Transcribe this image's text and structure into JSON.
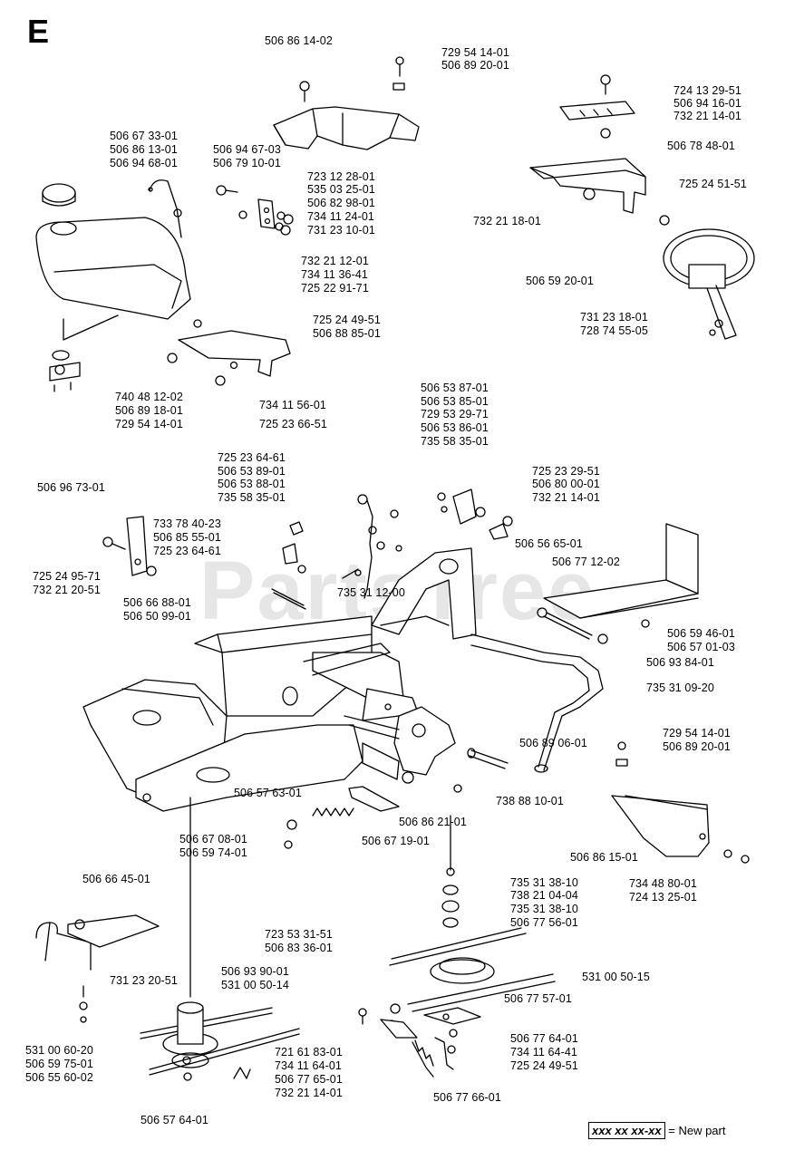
{
  "section": "E",
  "watermark": "PartsTree",
  "legend": {
    "code": "xxx xx xx-xx",
    "text": "= New part"
  },
  "part_labels": [
    "506 86 14-02",
    "729 54 14-01",
    "506 89 20-01",
    "724 13 29-51",
    "506 94 16-01",
    "732 21 14-01",
    "506 67 33-01",
    "506 86 13-01",
    "506 94 68-01",
    "506 94 67-03",
    "506 79 10-01",
    "723 12 28-01",
    "535 03 25-01",
    "506 82 98-01",
    "734 11 24-01",
    "731 23 10-01",
    "506 78 48-01",
    "732 21 18-01",
    "725 24 51-51",
    "732 21 12-01",
    "734 11 36-41",
    "725 22 91-71",
    "506 59 20-01",
    "725 24 49-51",
    "506 88 85-01",
    "731 23 18-01",
    "728 74 55-05",
    "740 48 12-02",
    "506 89 18-01",
    "729 54 14-01",
    "734 11 56-01",
    "725 23 66-51",
    "506 53 87-01",
    "506 53 85-01",
    "729 53 29-71",
    "506 53 86-01",
    "735 58 35-01",
    "725 23 64-61",
    "506 53 89-01",
    "506 53 88-01",
    "735 58 35-01",
    "725 23 29-51",
    "506 80 00-01",
    "732 21 14-01",
    "506 96 73-01",
    "733 78 40-23",
    "506 85 55-01",
    "725 23 64-61",
    "506 56 65-01",
    "506 77 12-02",
    "725 24 95-71",
    "732 21 20-51",
    "735 31 12-00",
    "506 66 88-01",
    "506 50 99-01",
    "506 59 46-01",
    "506 57 01-03",
    "506 93 84-01",
    "735 31 09-20",
    "729 54 14-01",
    "506 89 20-01",
    "506 89 06-01",
    "738 88 10-01",
    "506 57 63-01",
    "506 86 21-01",
    "506 67 08-01",
    "506 59 74-01",
    "506 67 19-01",
    "506 86 15-01",
    "734 48 80-01",
    "724 13 25-01",
    "506 66 45-01",
    "735 31 38-10",
    "738 21 04-04",
    "735 31 38-10",
    "506 77 56-01",
    "723 53 31-51",
    "506 83 36-01",
    "731 23 20-51",
    "506 93 90-01",
    "531 00 50-14",
    "531 00 50-15",
    "506 77 57-01",
    "531 00 60-20",
    "506 59 75-01",
    "506 55 60-02",
    "721 61 83-01",
    "734 11 64-01",
    "506 77 65-01",
    "732 21 14-01",
    "506 77 64-01",
    "734 11 64-41",
    "725 24 49-51",
    "506 77 66-01",
    "506 57 64-01"
  ]
}
